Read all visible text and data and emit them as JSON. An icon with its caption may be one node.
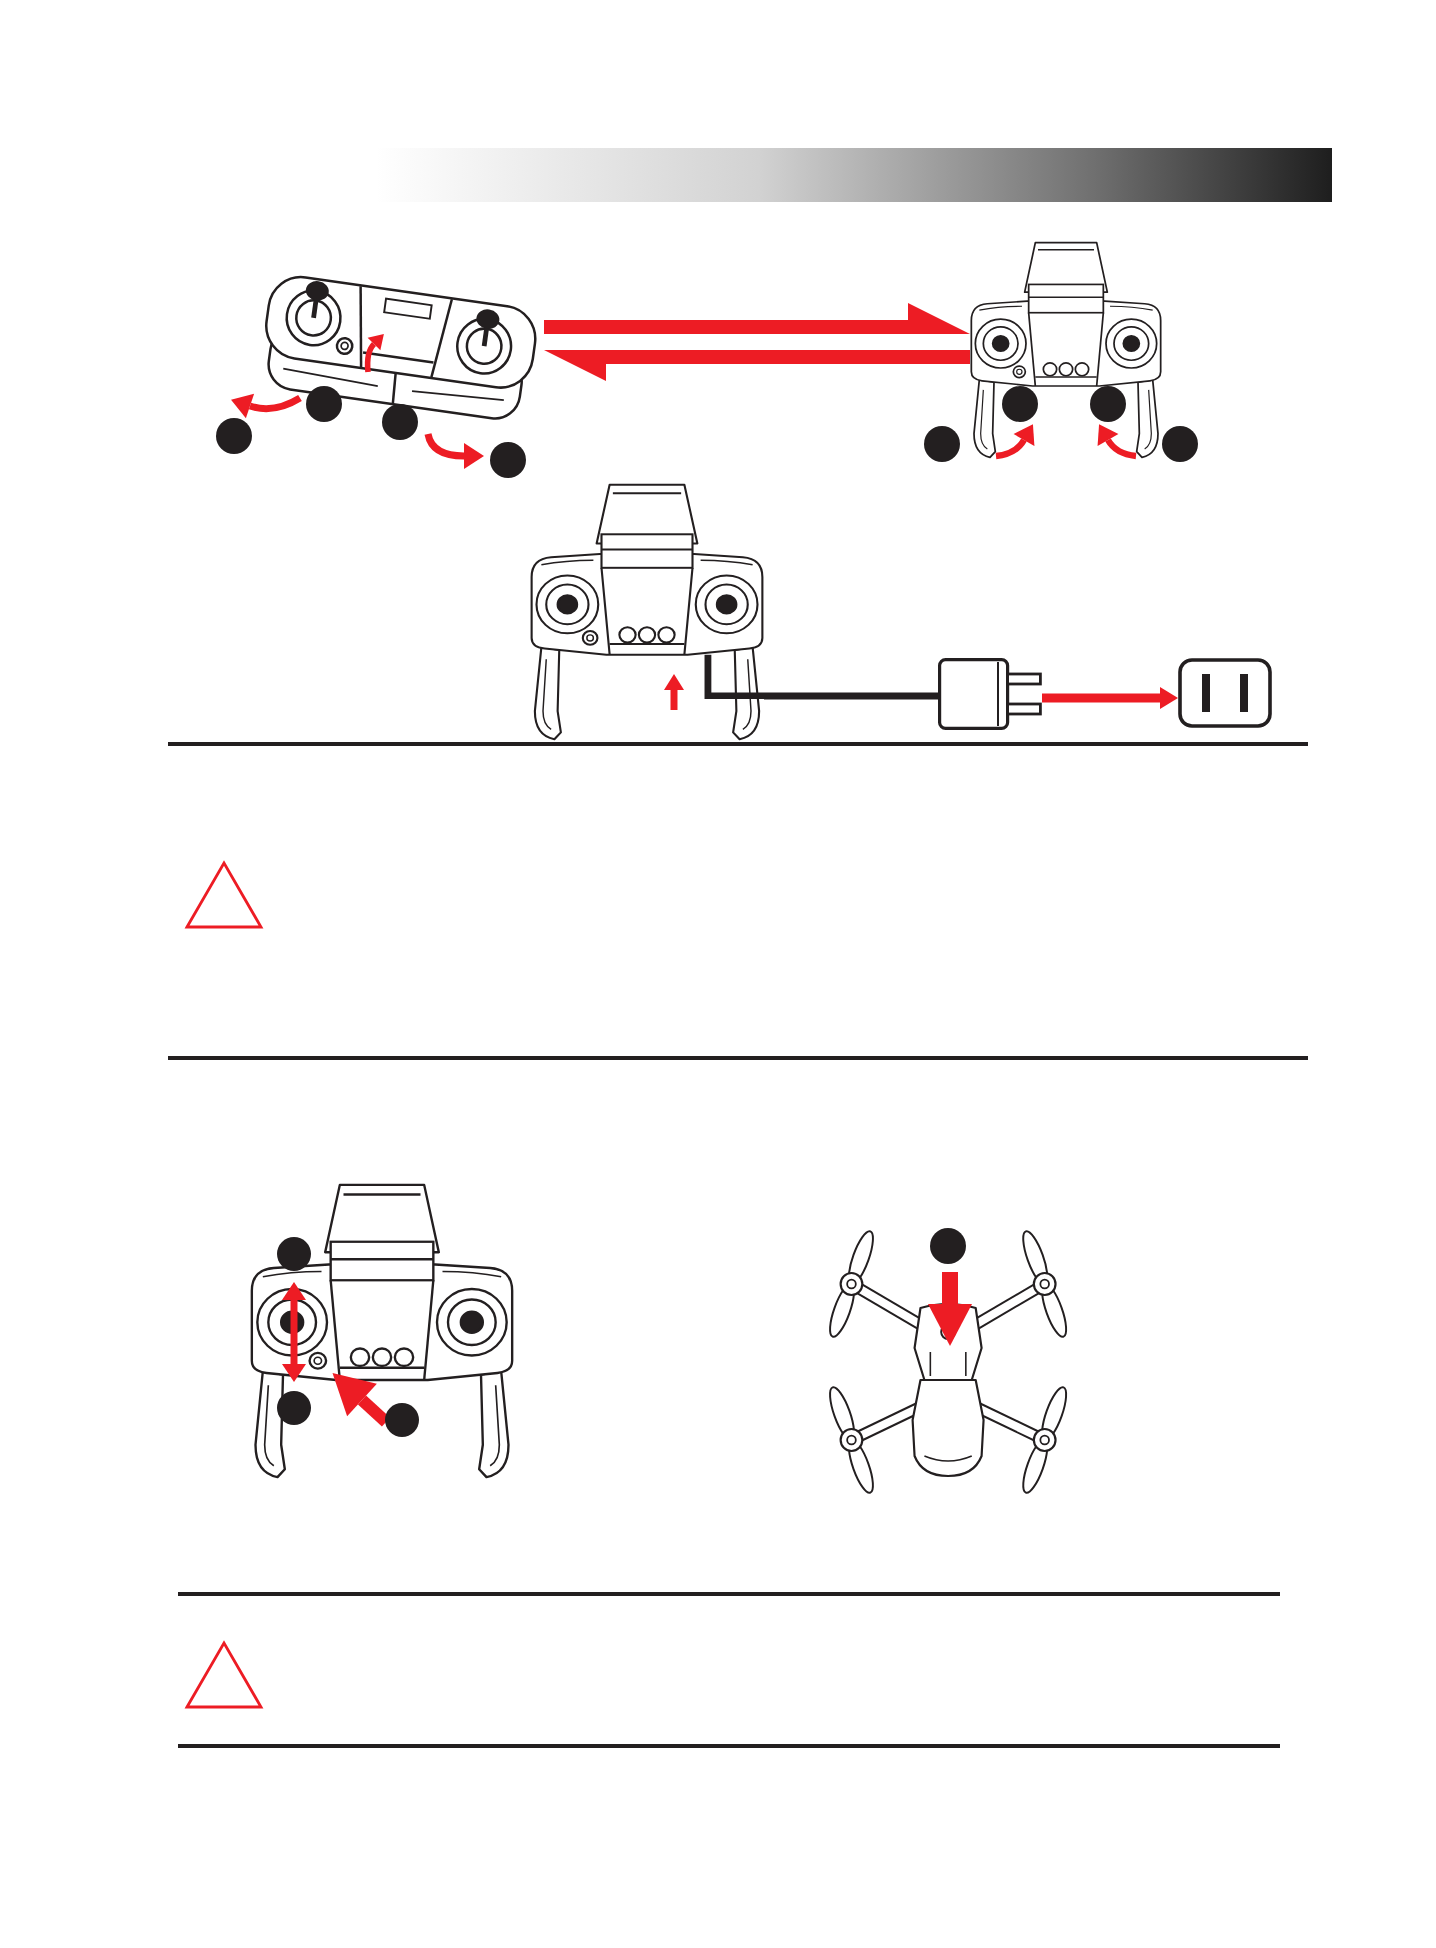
{
  "diagram": {
    "nodes": [
      {
        "text": [],
        "shape": "picture"
      },
      {
        "text": [],
        "shape": "picture"
      },
      {
        "text": [],
        "shape": "picture"
      },
      {
        "text": [],
        "shape": "picture"
      },
      {
        "text": [],
        "shape": "picture"
      },
      {
        "text": [],
        "shape": "picture"
      },
      {
        "text": [],
        "shape": "picture"
      }
    ],
    "edges": [
      {
        "from": 0,
        "to": 1,
        "arrow": "to"
      },
      {
        "from": 1,
        "to": 0,
        "arrow": "to"
      },
      {
        "from": 2,
        "to": 3,
        "arrow": "none",
        "color": "#231f20"
      },
      {
        "from": 3,
        "to": 4,
        "arrow": "to"
      }
    ]
  }
}
